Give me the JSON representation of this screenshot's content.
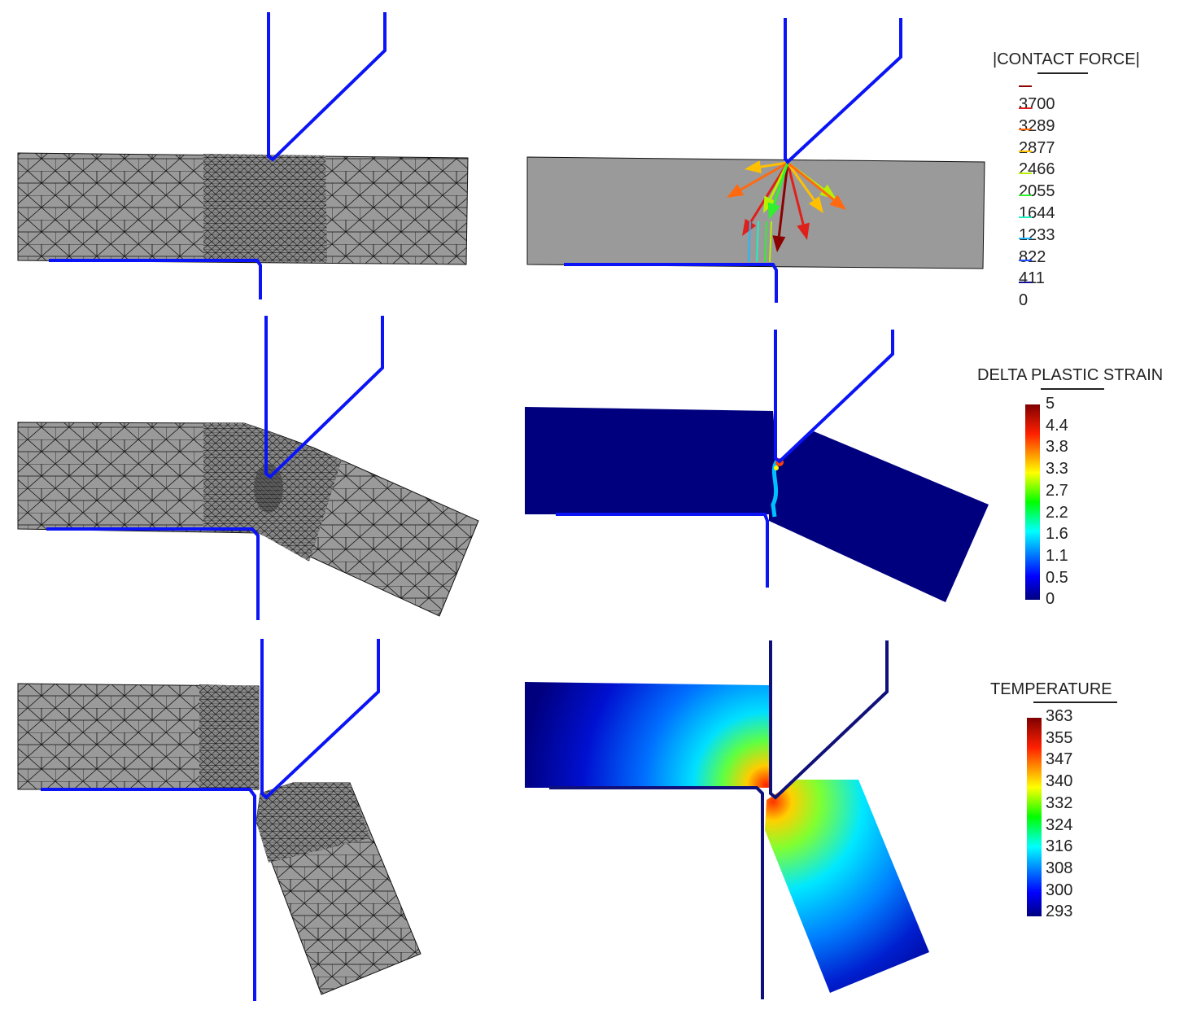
{
  "legends": {
    "contact_force": {
      "title": "|CONTACT FORCE|",
      "labels": [
        "3700",
        "3289",
        "2877",
        "2466",
        "2055",
        "1644",
        "1233",
        "822",
        "411",
        "0"
      ],
      "colors": [
        "#8b0000",
        "#e0201a",
        "#ff6a10",
        "#ffc000",
        "#b8f000",
        "#30f030",
        "#20f0c0",
        "#20b8ff",
        "#2050ff",
        "#10108f"
      ]
    },
    "delta_plastic_strain": {
      "title": "DELTA PLASTIC STRAIN",
      "labels": [
        "5",
        "4.4",
        "3.8",
        "3.3",
        "2.7",
        "2.2",
        "1.6",
        "1.1",
        "0.5",
        "0"
      ]
    },
    "temperature": {
      "title": "TEMPERATURE",
      "labels": [
        "363",
        "355",
        "347",
        "340",
        "332",
        "324",
        "316",
        "308",
        "300",
        "293"
      ]
    }
  },
  "colors": {
    "tool": "#0a14f5",
    "mesh_fill": "#9a9a9a",
    "field_low": "#00007f"
  }
}
